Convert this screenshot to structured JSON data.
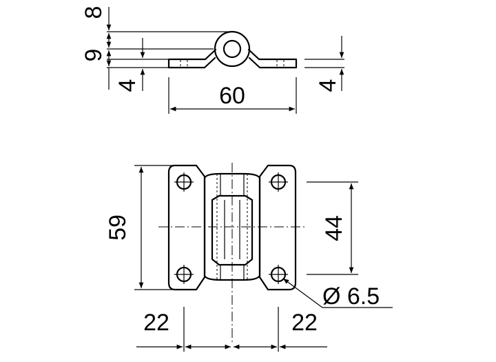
{
  "side_view": {
    "dim_top": "8",
    "dim_mid": "9",
    "dim_low_left": "4",
    "dim_low_right": "4",
    "dim_width": "60"
  },
  "front_view": {
    "dim_height": "59",
    "dim_hole_spacing": "44",
    "dim_hole_diameter": "Ø 6.5",
    "dim_left_offset": "22",
    "dim_right_offset": "22"
  }
}
